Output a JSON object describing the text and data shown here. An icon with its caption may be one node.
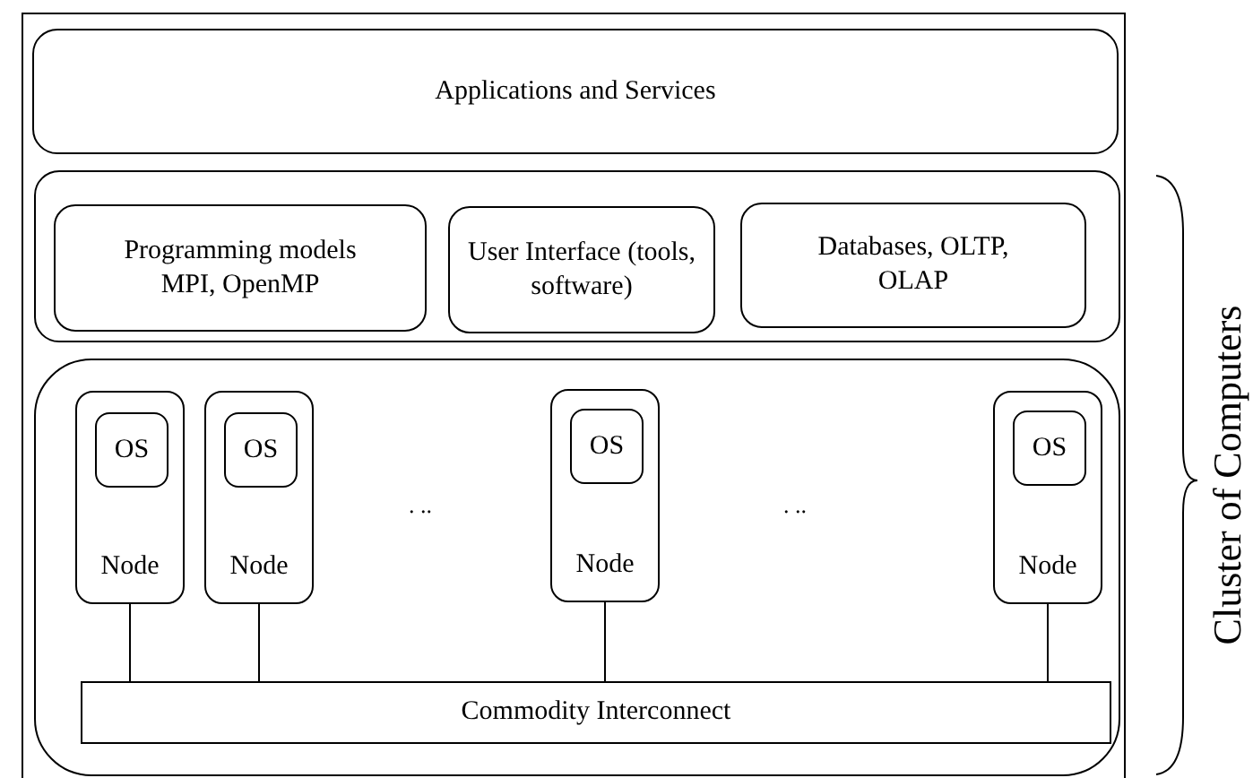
{
  "diagram": {
    "nodes": [
      {
        "text": [],
        "shape": "box"
      },
      {
        "text": [
          "Applications and Services"
        ],
        "in": 0
      },
      {
        "text": [],
        "shape": "box",
        "in": 0
      },
      {
        "text": [
          "Programming models MPI, OpenMP"
        ],
        "in": 2
      },
      {
        "text": [
          "User Interface (tools, software)"
        ],
        "in": 2
      },
      {
        "text": [
          "Databases, OLTP, OLAP"
        ],
        "in": 2
      },
      {
        "text": [],
        "shape": "box",
        "in": 0
      },
      {
        "text": [
          "Node"
        ],
        "in": 6
      },
      {
        "text": [
          "OS"
        ],
        "in": 7
      },
      {
        "text": [
          "Node"
        ],
        "in": 6
      },
      {
        "text": [
          "OS"
        ],
        "in": 9
      },
      {
        "text": [
          "Node"
        ],
        "in": 6
      },
      {
        "text": [
          "OS"
        ],
        "in": 11
      },
      {
        "text": [
          "Node"
        ],
        "in": 6
      },
      {
        "text": [
          "OS"
        ],
        "in": 13
      },
      {
        "text": [
          "Commodity Interconnect"
        ],
        "in": 6
      }
    ],
    "edges": [
      {
        "from": 7,
        "to": 15,
        "arrow": "none"
      },
      {
        "from": 9,
        "to": 15,
        "arrow": "none"
      },
      {
        "from": 11,
        "to": 15,
        "arrow": "none"
      },
      {
        "from": 13,
        "to": 15,
        "arrow": "none"
      }
    ],
    "labels": [
      ". ..",
      ". ..",
      "Cluster of Computers"
    ]
  }
}
